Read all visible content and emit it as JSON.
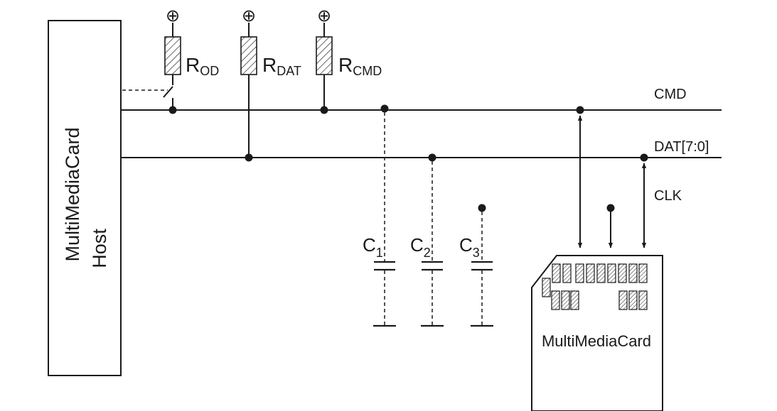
{
  "host": {
    "line1": "MultiMediaCard",
    "line2": "Host"
  },
  "resistors": [
    {
      "main": "R",
      "sub": "OD"
    },
    {
      "main": "R",
      "sub": "DAT"
    },
    {
      "main": "R",
      "sub": "CMD"
    }
  ],
  "signals": {
    "cmd": "CMD",
    "dat": "DAT[7:0]",
    "clk": "CLK"
  },
  "capacitors": [
    {
      "main": "C",
      "sub": "1"
    },
    {
      "main": "C",
      "sub": "2"
    },
    {
      "main": "C",
      "sub": "3"
    }
  ],
  "card": {
    "label": "MultiMediaCard"
  },
  "supply_symbol": "⊕"
}
